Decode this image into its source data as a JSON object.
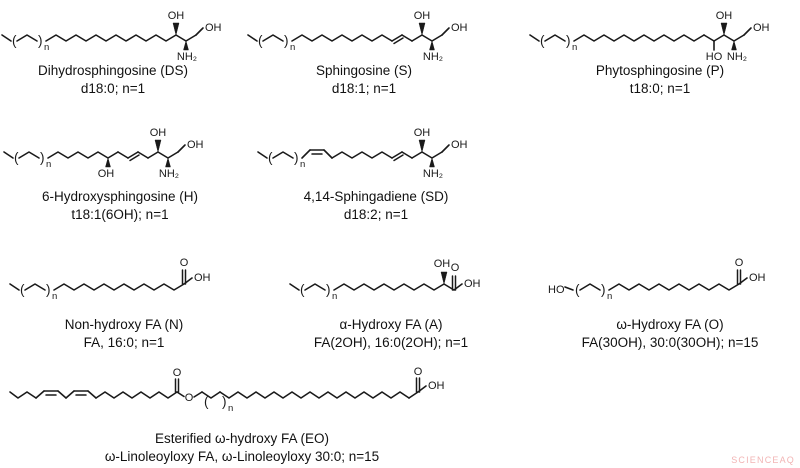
{
  "figure": {
    "background": "#ffffff",
    "ink_color": "#1a1a1a",
    "ester_oxygen_color": "#2fb6c9",
    "watermark": {
      "text": "SCIENCEAQ",
      "color": "#f2b4b4"
    }
  },
  "atoms": {
    "oh": "OH",
    "ho": "HO",
    "nh2": "NH₂",
    "o": "O",
    "n": "n",
    "open": "(",
    "close": ")"
  },
  "molecules": [
    {
      "name": "Dihydrosphingosine (DS)",
      "notation": "d18:0; n=1"
    },
    {
      "name": "Sphingosine (S)",
      "notation": "d18:1; n=1"
    },
    {
      "name": "Phytosphingosine (P)",
      "notation": "t18:0; n=1"
    },
    {
      "name": "6-Hydroxysphingosine (H)",
      "notation": "t18:1(6OH); n=1"
    },
    {
      "name": "4,14-Sphingadiene (SD)",
      "notation": "d18:2; n=1"
    },
    {
      "name": "Non-hydroxy FA (N)",
      "notation": "FA, 16:0; n=1"
    },
    {
      "name": "α-Hydroxy FA (A)",
      "notation": "FA(2OH), 16:0(2OH); n=1"
    },
    {
      "name": "ω-Hydroxy FA (O)",
      "notation": "FA(30OH), 30:0(30OH); n=15"
    },
    {
      "name": "Esterified ω-hydroxy FA (EO)",
      "notation": "ω-Linoleoyloxy FA, ω-Linoleoyloxy 30:0; n=15"
    }
  ]
}
